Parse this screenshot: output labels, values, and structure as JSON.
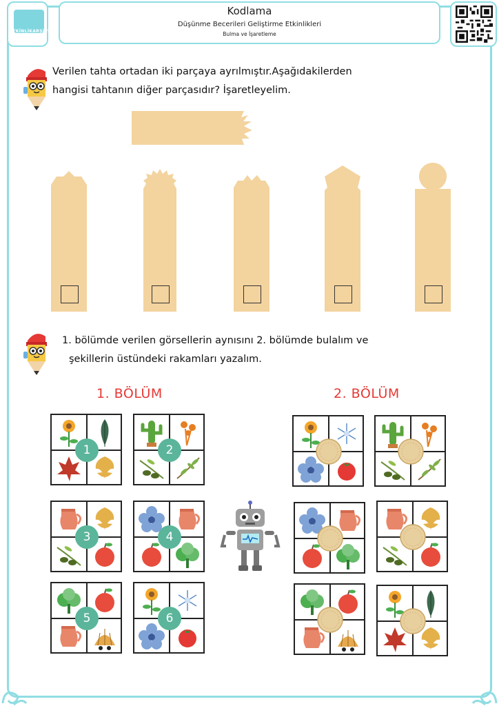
{
  "header": {
    "logo_text_a": "ETKİNLİK",
    "logo_text_b": "ARŞİVİ",
    "title": "Kodlama",
    "subtitle": "Düşünme Becerileri Geliştirme Etkinlikleri",
    "subsubtitle": "Bulma ve İşaretleme"
  },
  "task1": {
    "line1": "Verilen tahta ortadan iki parçaya ayrılmıştır.Aşağıdakilerden",
    "line2": "hangisi tahtanın diğer parçasıdır? İşaretleyelim.",
    "plank_tops": [
      "pointed-cut",
      "star",
      "small-pointed",
      "house",
      "round-scalloped"
    ]
  },
  "task2": {
    "line1": "1. bölümde verilen görsellerin aynısını 2. bölümde bulalım ve",
    "line2": "şekillerin üstündeki rakamları yazalım.",
    "section1_title": "1.  BÖLÜM",
    "section2_title": "2. BÖLÜM",
    "section1_cards": [
      {
        "number": "1",
        "items": [
          "sunflower",
          "leaf",
          "red-leaf",
          "yellow-leaf"
        ]
      },
      {
        "number": "2",
        "items": [
          "cactus",
          "orange-flower",
          "olive",
          "branch"
        ]
      },
      {
        "number": "3",
        "items": [
          "jug",
          "yellow-leaf",
          "olive",
          "apple"
        ]
      },
      {
        "number": "4",
        "items": [
          "blue-flower",
          "jug",
          "apple",
          "lettuce"
        ]
      },
      {
        "number": "5",
        "items": [
          "lettuce",
          "apple",
          "jug",
          "shell"
        ]
      },
      {
        "number": "6",
        "items": [
          "sunflower",
          "snowflake",
          "blue-flower",
          "tomato"
        ]
      }
    ],
    "section2_cards": [
      {
        "items": [
          "sunflower",
          "snowflake",
          "blue-flower",
          "tomato"
        ]
      },
      {
        "items": [
          "cactus",
          "orange-flower",
          "olive",
          "branch"
        ]
      },
      {
        "items": [
          "blue-flower",
          "jug",
          "apple",
          "lettuce"
        ]
      },
      {
        "items": [
          "jug",
          "yellow-leaf",
          "olive",
          "apple"
        ]
      },
      {
        "items": [
          "lettuce",
          "apple",
          "jug",
          "shell"
        ]
      },
      {
        "items": [
          "sunflower",
          "leaf",
          "red-leaf",
          "yellow-leaf"
        ]
      }
    ]
  },
  "colors": {
    "frame": "#8fdde2",
    "accent_red": "#e53935",
    "number_badge": "#5bb59a",
    "wood": "#f3d39e"
  }
}
